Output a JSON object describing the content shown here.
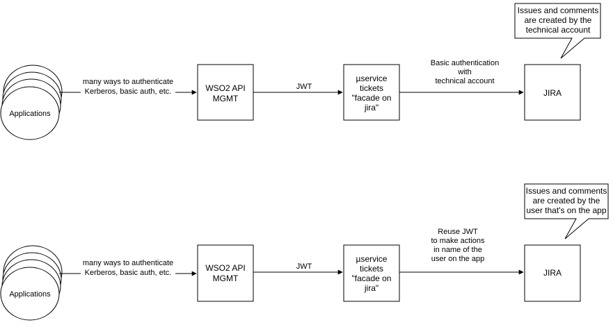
{
  "rows": [
    {
      "applications": "Applications",
      "auth_label": [
        "many ways to authenticate",
        "Kerberos, basic auth, etc."
      ],
      "wso2": [
        "WSO2 API",
        "MGMT"
      ],
      "jwt_label": "JWT",
      "uservice": [
        "µservice",
        "tickets",
        "\"facade on",
        "jira\""
      ],
      "jira_auth_label": [
        "Basic authentication",
        "with",
        "technical account"
      ],
      "jira": "JIRA",
      "callout": [
        "Issues and comments",
        "are created by the",
        "technical account"
      ]
    },
    {
      "applications": "Applications",
      "auth_label": [
        "many ways to authenticate",
        "Kerberos, basic auth, etc."
      ],
      "wso2": [
        "WSO2 API",
        "MGMT"
      ],
      "jwt_label": "JWT",
      "uservice": [
        "µservice",
        "tickets",
        "\"facade on",
        "jira\""
      ],
      "jira_auth_label": [
        "Reuse JWT",
        "to make actions",
        "in name of the",
        "user on the app"
      ],
      "jira": "JIRA",
      "callout": [
        "Issues and comments",
        "are created by the",
        "user that's on the app"
      ]
    }
  ]
}
